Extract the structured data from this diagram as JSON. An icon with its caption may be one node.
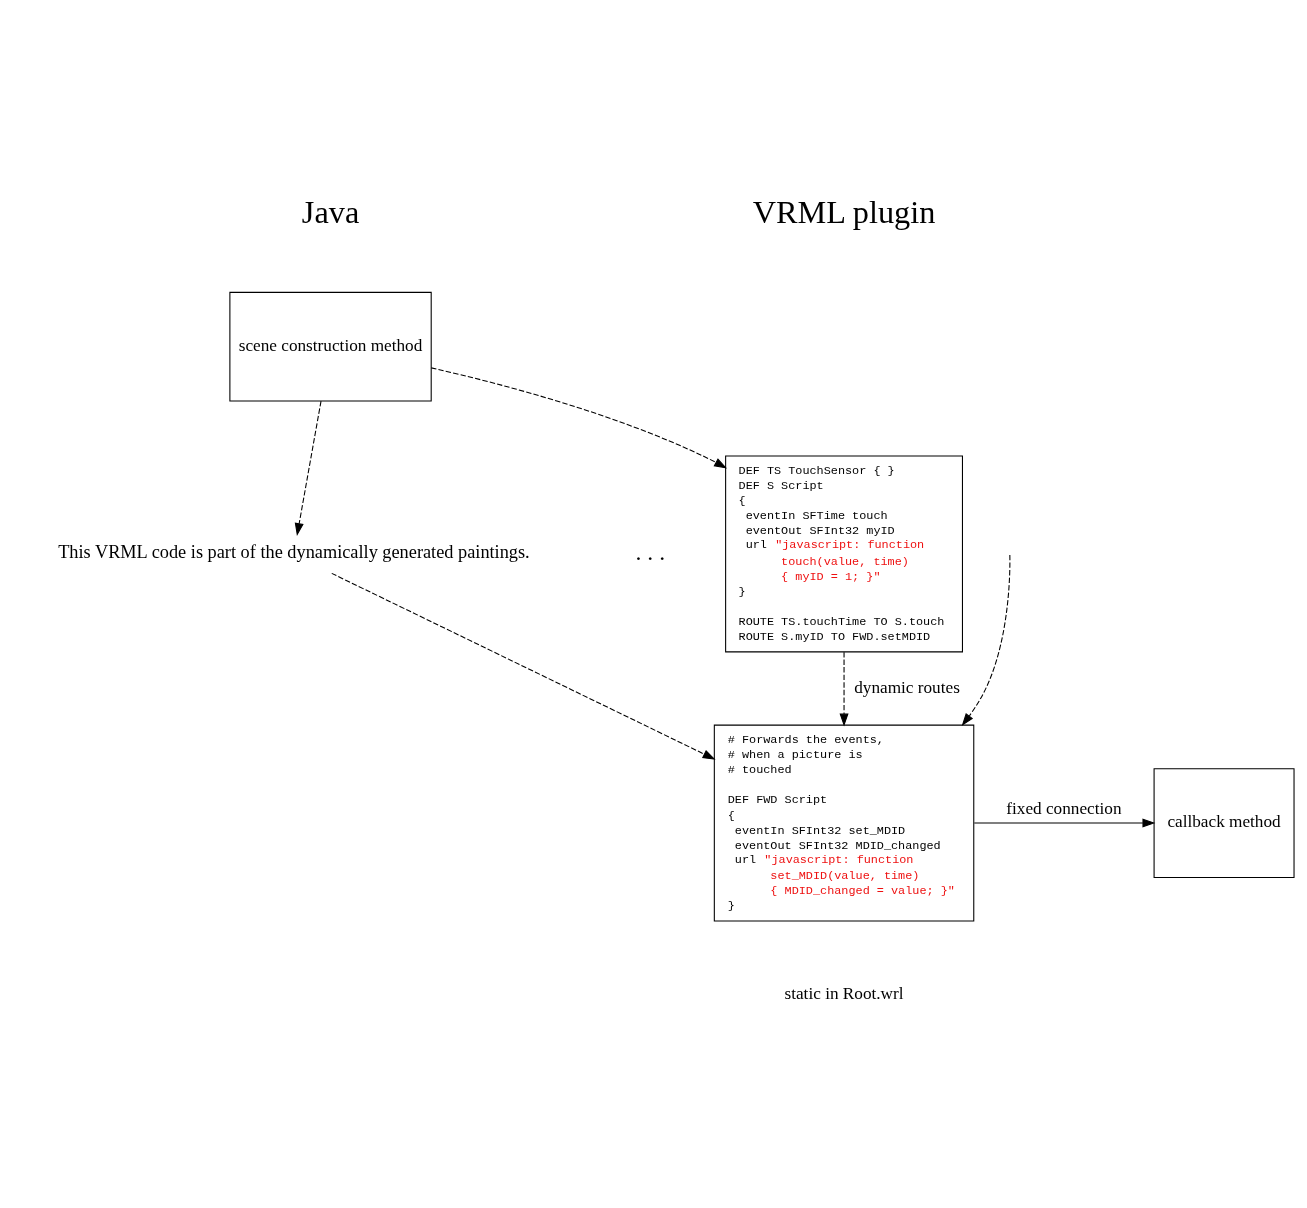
{
  "diagram": {
    "nodes": [
      {
        "text": [
          "scene construction method"
        ]
      },
      {
        "text": [
          "DEF TS TouchSensor { }",
          "DEF S Script",
          "{",
          " eventIn SFTime touch",
          " eventOut SFInt32 myID",
          " url \"javascript: function",
          "      touch(value, time)",
          "      { myID = 1; }\"",
          "}",
          "ROUTE TS.touchTime TO S.touch",
          "ROUTE S.myID TO FWD.setMDID"
        ]
      },
      {
        "text": [
          "This VRML code is part of the dynamically generated paintings."
        ]
      },
      {
        "text": [
          "# Forwards the events,",
          "# when a picture is",
          "# touched",
          "DEF FWD Script",
          "{",
          " eventIn SFInt32 set_MDID",
          " eventOut SFInt32 MDID_changed",
          " url \"javascript: function",
          "      set_MDID(value, time)",
          "      { MDID_changed = value; }\"",
          "}"
        ],
        "beside": [
          "static in Root.wrl"
        ]
      },
      {
        "text": [
          "callback method"
        ]
      }
    ],
    "edges": [
      {
        "from": 0,
        "to": 1,
        "arrow": "to",
        "style": "dashed"
      },
      {
        "from": 0,
        "to": 2,
        "arrow": "to",
        "style": "dashed"
      },
      {
        "from": 1,
        "to": 3,
        "arrow": "to",
        "style": "dashed",
        "label": "dynamic routes"
      },
      {
        "from": 2,
        "to": 3,
        "arrow": "to",
        "style": "dashed"
      },
      {
        "from": null,
        "to": 3,
        "arrow": "to",
        "style": "dashed"
      },
      {
        "from": 3,
        "to": 4,
        "arrow": "to",
        "label": "fixed connection"
      }
    ],
    "labels": [
      "Java",
      "VRML plugin",
      ". . ."
    ]
  }
}
